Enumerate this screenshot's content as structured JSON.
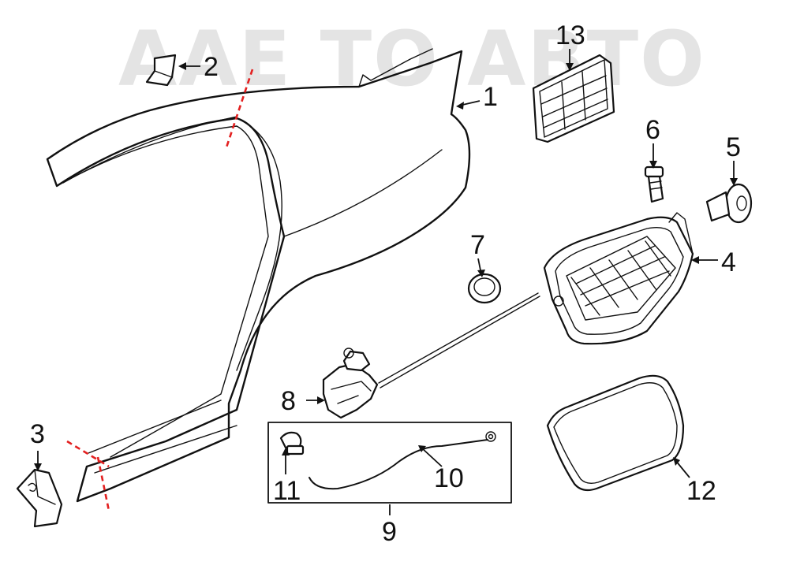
{
  "watermark": {
    "text": "AAE TO ABTO"
  },
  "callouts": [
    {
      "id": "1",
      "label": "1",
      "part": "quarter-panel"
    },
    {
      "id": "2",
      "label": "2",
      "part": "bracket"
    },
    {
      "id": "3",
      "label": "3",
      "part": "rocker-extension"
    },
    {
      "id": "4",
      "label": "4",
      "part": "fuel-door-housing"
    },
    {
      "id": "5",
      "label": "5",
      "part": "bumper-stop"
    },
    {
      "id": "6",
      "label": "6",
      "part": "clip"
    },
    {
      "id": "7",
      "label": "7",
      "part": "plug"
    },
    {
      "id": "8",
      "label": "8",
      "part": "actuator"
    },
    {
      "id": "9",
      "label": "9",
      "part": "release-cable-kit"
    },
    {
      "id": "10",
      "label": "10",
      "part": "release-cable"
    },
    {
      "id": "11",
      "label": "11",
      "part": "screw"
    },
    {
      "id": "12",
      "label": "12",
      "part": "fuel-door"
    },
    {
      "id": "13",
      "label": "13",
      "part": "vent-grille"
    }
  ],
  "colors": {
    "cut_line": "#e32020",
    "line_art": "#111111",
    "watermark": "#e4e4e4"
  }
}
